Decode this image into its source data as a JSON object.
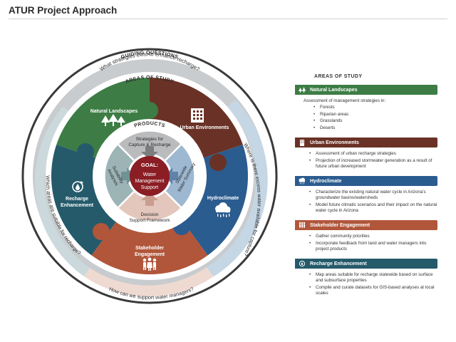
{
  "title": "ATUR Project Approach",
  "colors": {
    "natural": "#3d7d45",
    "urban": "#6a3226",
    "hydro": "#2b5c8f",
    "stakeholder": "#b1563a",
    "recharge": "#255a6b",
    "goal": "#8b1d24",
    "ring_grey": "#c9ccce",
    "ring_blue": "#c5d6e4",
    "ring_peach": "#efdad2",
    "ring_sage": "#cbd9dc"
  },
  "diagram": {
    "guiding_label": "GUIDING QUESTIONS",
    "areas_label": "AREAS OF STUDY",
    "products_label": "PRODUCTS",
    "questions": {
      "top": "What strategies exist to enhance recharge?",
      "right": "Where is there excess water available for capture?",
      "bottom": "How can we support water managers?",
      "left": "Which areas are suitable for recharge?"
    },
    "areas": {
      "natural": "Natural Landscapes",
      "urban": "Urban Environments",
      "hydro": "Hydroclimate",
      "stakeholder_1": "Stakeholder",
      "stakeholder_2": "Engagement",
      "recharge_1": "Recharge",
      "recharge_2": "Enhancement"
    },
    "products": {
      "top_1": "Strategies for",
      "top_2": "Capture & Recharge",
      "left_1": "Suitability",
      "left_2": "Analyses",
      "right_1": "Statewide",
      "right_2": "Water Summary",
      "bottom_1": "Decision",
      "bottom_2": "Support Framework"
    },
    "goal": {
      "label": "GOAL:",
      "line1": "Water",
      "line2": "Management",
      "line3": "Support"
    }
  },
  "panel": {
    "heading": "AREAS OF STUDY",
    "natural": {
      "title": "Natural Landscapes",
      "intro": "Assessment of management strategies in:",
      "items": [
        "Forests",
        "Riparian areas",
        "Grasslands",
        "Deserts"
      ]
    },
    "urban": {
      "title": "Urban Environments",
      "items": [
        "Assessment of urban recharge strategies",
        "Projection of increased stormwater generation as a result of future urban development"
      ]
    },
    "hydro": {
      "title": "Hydroclimate",
      "items": [
        "Characterize the existing natural water cycle in Arizona’s groundwater basins/watersheds",
        "Model future climatic scenarios and their impact on the natural water cycle in Arizona"
      ]
    },
    "stakeholder": {
      "title": "Stakeholder Engagement",
      "items": [
        "Gather community priorities",
        "Incorporate feedback from land and water managers into project products"
      ]
    },
    "recharge": {
      "title": "Recharge Enhancement",
      "items": [
        "Map areas suitable for recharge statewide based on surface and subsurface properties",
        "Compile and curate datasets for GIS-based analyses at local scales"
      ]
    }
  }
}
